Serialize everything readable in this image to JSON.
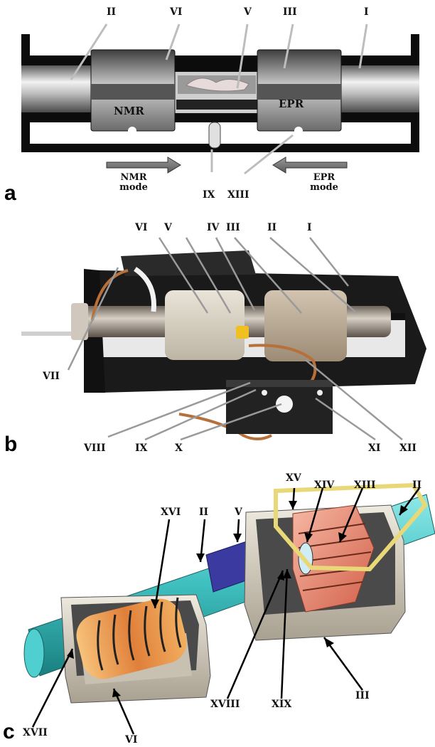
{
  "panels": {
    "a": {
      "letter": "a",
      "labels": {
        "II": "II",
        "VI": "VI",
        "V": "V",
        "III": "III",
        "I": "I",
        "IX": "IX",
        "XIII": "XIII"
      },
      "magnet_text": {
        "nmr": "NMR",
        "epr": "EPR"
      },
      "modes": {
        "nmr": [
          "NMR",
          "mode"
        ],
        "epr": [
          "EPR",
          "mode"
        ]
      }
    },
    "b": {
      "letter": "b",
      "labels": {
        "VI": "VI",
        "V": "V",
        "IV": "IV",
        "III": "III",
        "II": "II",
        "I": "I",
        "VII": "VII",
        "VIII": "VIII",
        "IX": "IX",
        "X": "X",
        "XI": "XI",
        "XII": "XII"
      }
    },
    "c": {
      "letter": "c",
      "labels": {
        "XV": "XV",
        "XIV": "XIV",
        "XIII": "XIII",
        "II_right": "II",
        "XVI": "XVI",
        "II_mid": "II",
        "V": "V",
        "XVII": "XVII",
        "VI": "VI",
        "XVIII": "XVIII",
        "XIX": "XIX",
        "III": "III"
      }
    }
  }
}
